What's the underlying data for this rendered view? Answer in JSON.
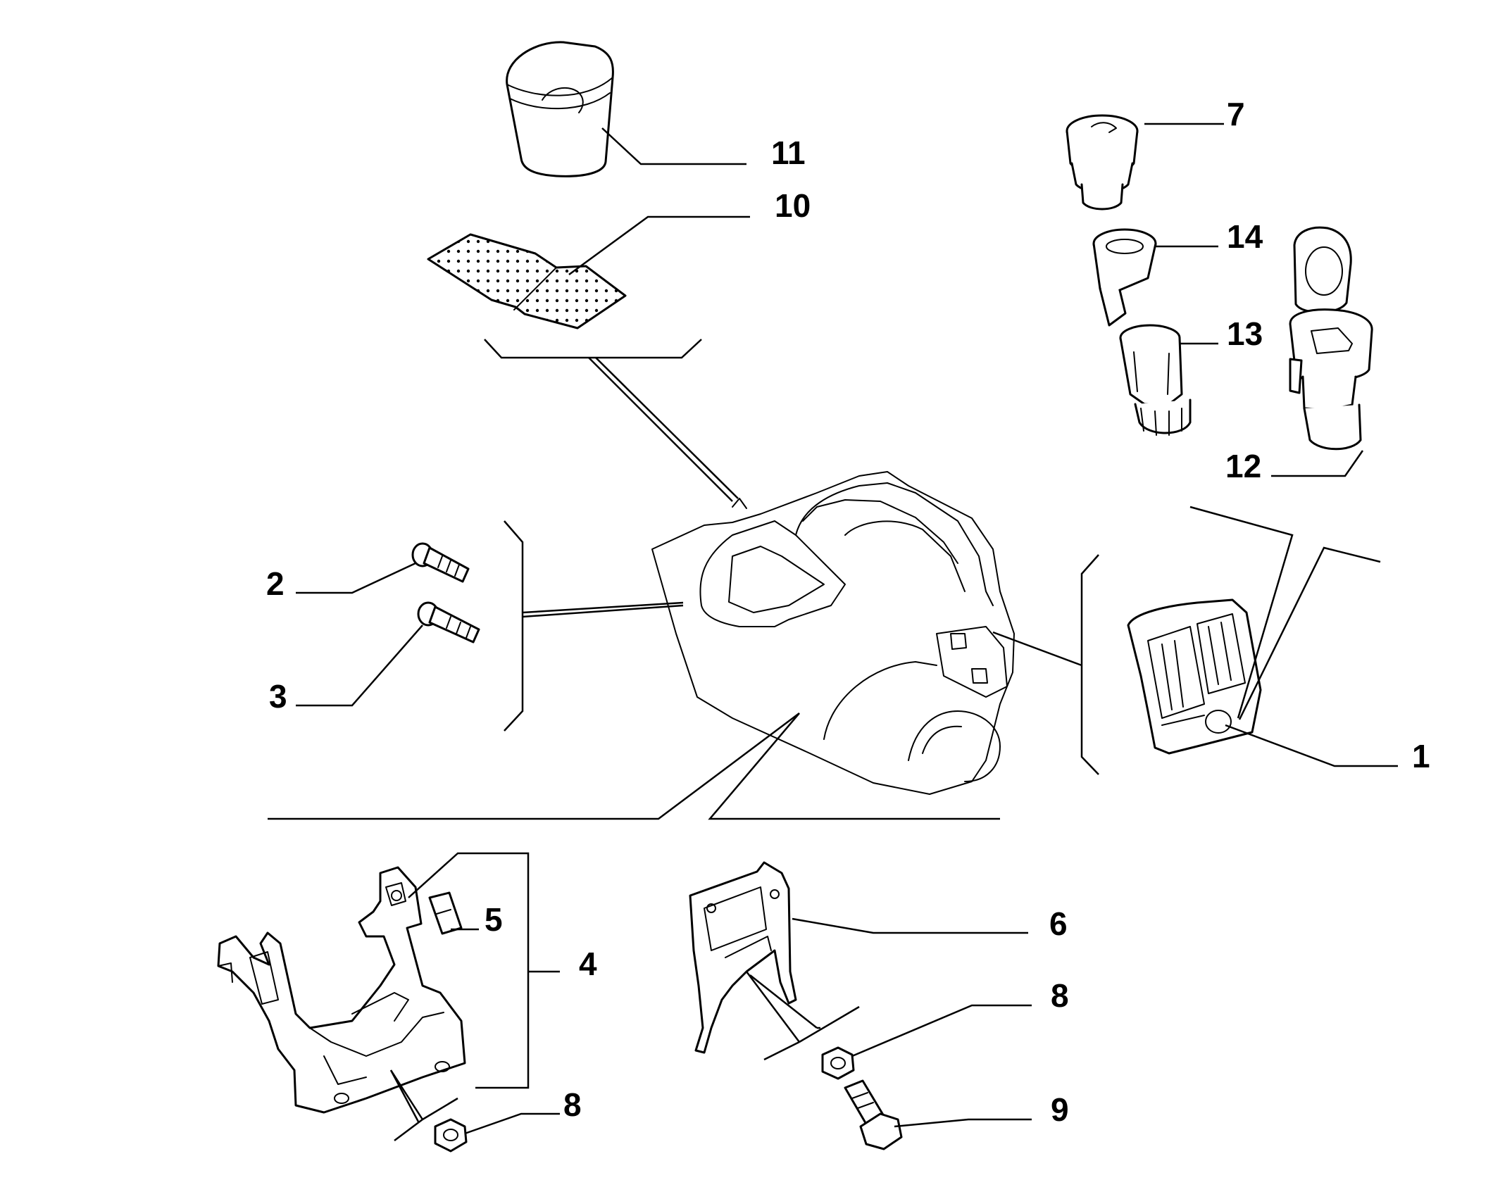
{
  "callouts": {
    "c1": "1",
    "c2": "2",
    "c3": "3",
    "c4": "4",
    "c5": "5",
    "c6": "6",
    "c7": "7",
    "c8a": "8",
    "c8b": "8",
    "c9": "9",
    "c10": "10",
    "c11": "11",
    "c12": "12",
    "c13": "13",
    "c14": "14"
  },
  "colors": {
    "line": "#000000",
    "background": "#ffffff"
  }
}
